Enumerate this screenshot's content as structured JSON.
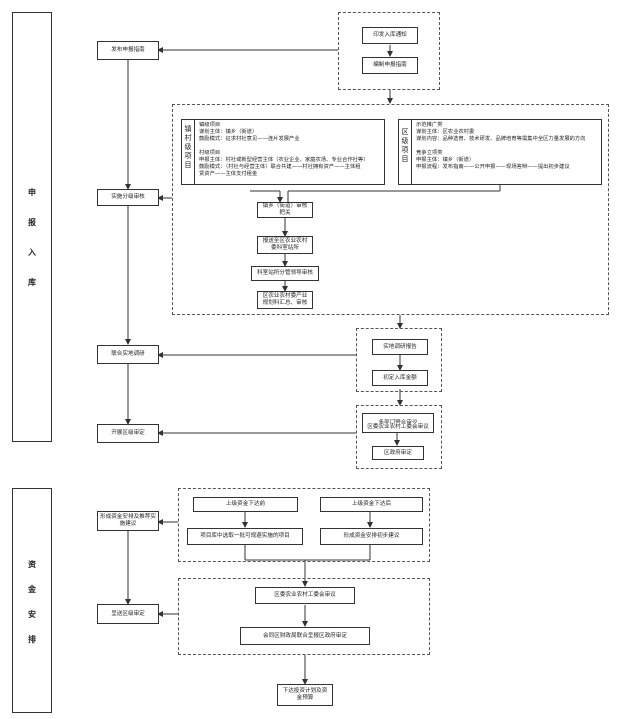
{
  "sections": {
    "declare": [
      "申",
      "报",
      "入",
      "库"
    ],
    "funds": [
      "资",
      "金",
      "安",
      "排"
    ]
  },
  "left": {
    "publish_guide": "发布申报指南",
    "implement_review": "实施分级审核",
    "joint_survey": "联合实地调研",
    "district_review": "开展区级审定",
    "form_plan": "形成资金安排及推荐实施建议",
    "submit_review": "呈送区级审定"
  },
  "top_group": {
    "notice": "印发入库通知",
    "guide": "编制申报指南"
  },
  "town_panel": {
    "label": "镇村级项目",
    "lines": [
      "镇级项目",
      "谋划主体：镇乡（街道）",
      "鼓励模式：征求村社意见——连片发展产业",
      "村级项目",
      "申报主体：村社或新型经营主体（农业企业、家庭农场、专业合作社等）",
      "鼓励模式：（村社与经营主体）联合共建——村社拥有资产——主体租",
      "赁资产——主体支付租金"
    ]
  },
  "district_panel": {
    "label": "区级项目",
    "lines": [
      "示范推广类",
      "谋划主体：区农业农村委",
      "谋划内容：品种选育、技术研发、品牌培育等需集中全区力量发展的方向",
      "竞争立项类",
      "申报主体：镇乡（街道）",
      "申报流程：发布指南——公开申报——现场答辩——提出初步建议"
    ]
  },
  "middle": {
    "town_review": "镇乡（街道）审核把关",
    "submit_district": "报送至区农业农村委科室站所",
    "dept_review": "科室站所分管领导审核",
    "committee_summary": "区农业农村委产业规划科汇总、审核"
  },
  "survey_group": {
    "site_report": "实地调研报告",
    "initial_list": "初定入库金额"
  },
  "review_group": {
    "multi_dept": "多部门联合审议",
    "party_committee": "区委农业农村工委会审议",
    "gov_review": "区政府审定"
  },
  "funds_group": {
    "upper_before": "上级资金下达前",
    "upper_after": "上级资金下达后",
    "select_project": "项目库中选取一批可规避实施的项目",
    "form_advice": "形成资金安排初步建议"
  },
  "final_group": {
    "committee_review": "区委农业农村工委会审议",
    "joint_review": "会同区财政局联合呈报区政府审定"
  },
  "final": {
    "issue_plan": "下达投资计划及资金预算"
  }
}
